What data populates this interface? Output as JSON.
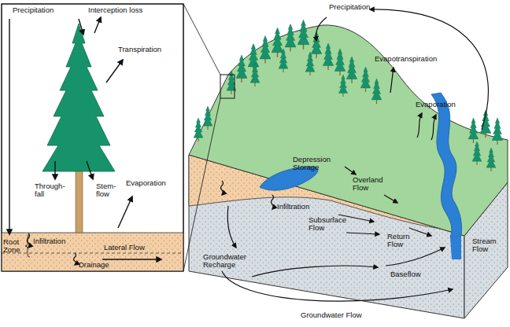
{
  "diagram": {
    "labels": [
      "Precipitation",
      "Interception loss",
      "Transpiration",
      "Through- fall",
      "Stem- flow",
      "Evaporation",
      "Root Zone",
      "Infiltration",
      "Lateral Flow",
      "Drainage",
      "Precipitation",
      "Evapotranspiration",
      "Evaporation",
      "Depression Storage",
      "Overland Flow",
      "Infiltration",
      "Subsurface Flow",
      "Return Flow",
      "Stream Flow",
      "Groundwater Recharge",
      "Baseflow",
      "Groundwater Flow"
    ]
  }
}
